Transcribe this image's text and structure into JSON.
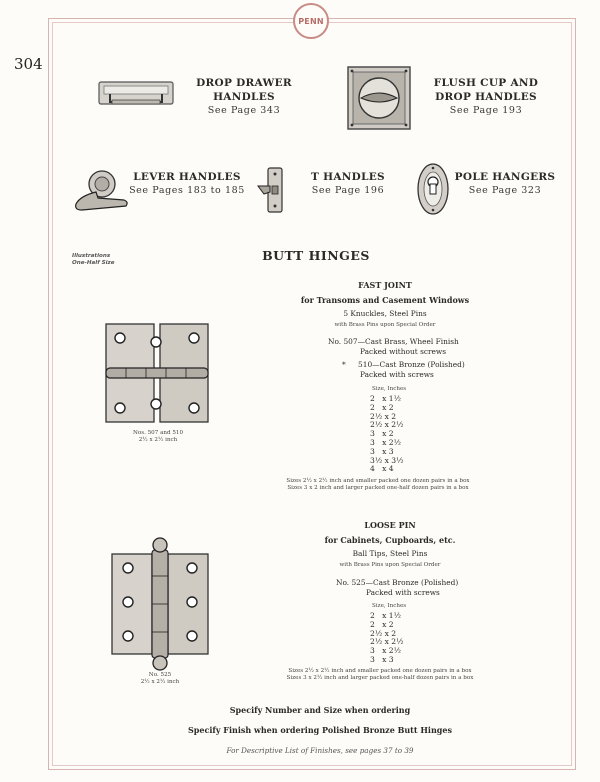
{
  "logo": "PENN",
  "page_number": "304",
  "products": {
    "drop_drawer": {
      "title1": "DROP DRAWER",
      "title2": "HANDLES",
      "ref": "See Page 343"
    },
    "flush_cup": {
      "title1": "FLUSH CUP AND",
      "title2": "DROP HANDLES",
      "ref": "See Page 193"
    },
    "lever": {
      "title": "LEVER HANDLES",
      "ref": "See Pages 183 to 185"
    },
    "t_handles": {
      "title": "T HANDLES",
      "ref": "See Page 196"
    },
    "pole_hangers": {
      "title": "POLE HANGERS",
      "ref": "See Page 323"
    }
  },
  "illustrations_note": {
    "line1": "Illustrations",
    "line2": "One-Half Size"
  },
  "section_title": "BUTT HINGES",
  "fast_joint": {
    "heading": "FAST JOINT",
    "subheading": "for Transoms and Casement Windows",
    "spec": "5 Knuckles, Steel Pins",
    "special": "with Brass Pins upon Special Order",
    "item1_line1": "No. 507—Cast Brass, Wheel Finish",
    "item1_line2": "Packed without screws",
    "item2_line1": "510—Cast Bronze (Polished)",
    "item2_line2": "Packed with screws",
    "sizes_header": "Size, Inches",
    "sizes": [
      "2   x 1½",
      "2   x 2",
      "2½ x 2",
      "2½ x 2½",
      "3   x 2",
      "3   x 2½",
      "3   x 3",
      "3½ x 3½",
      "4   x 4"
    ],
    "packing1": "Sizes 2½ x 2½ inch and smaller packed one dozen pairs in a box",
    "packing2": "Sizes 3 x 2 inch and larger packed one-half dozen pairs in a box",
    "caption1": "Nos. 507 and 510",
    "caption2": "2½ x 2½ inch"
  },
  "loose_pin": {
    "heading": "LOOSE PIN",
    "subheading": "for Cabinets, Cupboards, etc.",
    "spec": "Ball Tips, Steel Pins",
    "special": "with Brass Pins upon Special Order",
    "item1_line1": "No. 525—Cast Bronze (Polished)",
    "item1_line2": "Packed with screws",
    "sizes_header": "Size, Inches",
    "sizes": [
      "2   x 1½",
      "2   x 2",
      "2½ x 2",
      "2½ x 2½",
      "3   x 2½",
      "3   x 3"
    ],
    "packing1": "Sizes 2½ x 2½ inch and smaller packed one dozen pairs in a box",
    "packing2": "Sizes 3 x 2½ inch and larger packed one-half dozen pairs in a box",
    "caption1": "No. 525",
    "caption2": "2½ x 2½ inch"
  },
  "footer": {
    "line1": "Specify Number and Size when ordering",
    "line2": "Specify Finish when ordering Polished Bronze Butt Hinges",
    "line3": "For Descriptive List of Finishes, see pages 37 to 39"
  }
}
